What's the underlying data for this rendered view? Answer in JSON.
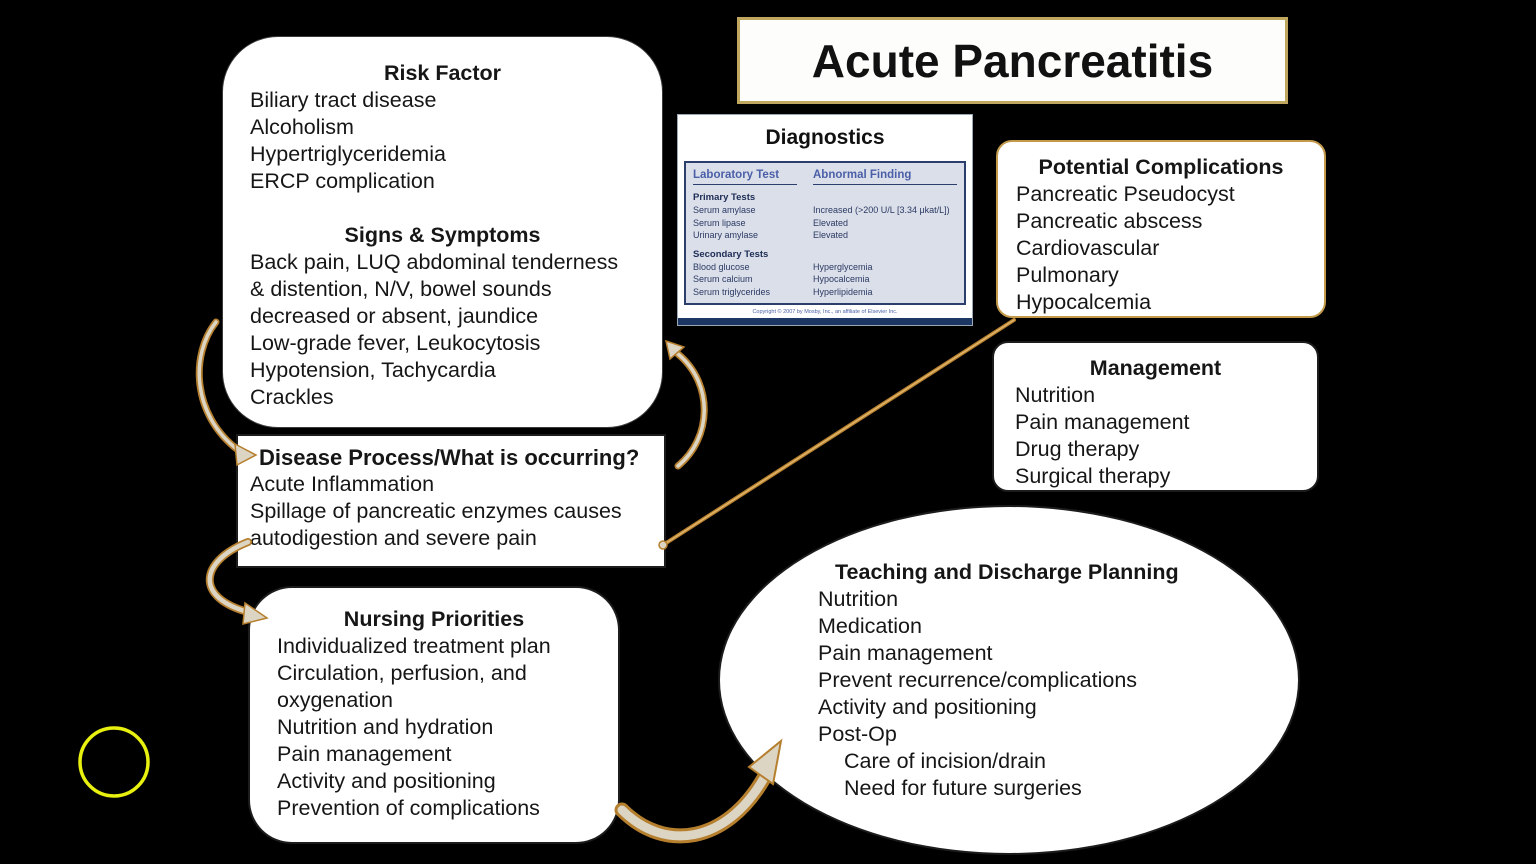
{
  "slide_title": "Acute Pancreatitis",
  "risk_box": {
    "heading": "Risk Factor",
    "items": [
      "Biliary tract disease",
      "Alcoholism",
      "Hypertriglyceridemia",
      "ERCP complication"
    ],
    "symptoms_heading": "Signs & Symptoms",
    "symptoms_lines": [
      "Back pain, LUQ abdominal tenderness",
      "& distention, N/V, bowel sounds",
      "decreased or absent, jaundice",
      "Low-grade fever, Leukocytosis",
      "Hypotension, Tachycardia",
      "Crackles"
    ]
  },
  "diagnostics": {
    "heading": "Diagnostics",
    "table": {
      "headers": [
        "Laboratory Test",
        "Abnormal Finding"
      ],
      "primary_label": "Primary Tests",
      "primary_rows": [
        [
          "Serum amylase",
          "Increased (>200 U/L [3.34 μkat/L])"
        ],
        [
          "Serum lipase",
          "Elevated"
        ],
        [
          "Urinary amylase",
          "Elevated"
        ]
      ],
      "secondary_label": "Secondary Tests",
      "secondary_rows": [
        [
          "Blood glucose",
          "Hyperglycemia"
        ],
        [
          "Serum calcium",
          "Hypocalcemia"
        ],
        [
          "Serum triglycerides",
          "Hyperlipidemia"
        ]
      ]
    },
    "copyright": "Copyright © 2007 by Mosby, Inc., an affiliate of Elsevier Inc."
  },
  "complications_box": {
    "heading": "Potential Complications",
    "items": [
      "Pancreatic Pseudocyst",
      "Pancreatic abscess",
      "Cardiovascular",
      "Pulmonary",
      "Hypocalcemia"
    ]
  },
  "management_box": {
    "heading": "Management",
    "items": [
      "Nutrition",
      "Pain management",
      "Drug therapy",
      "Surgical therapy"
    ]
  },
  "disease_box": {
    "heading": "Disease Process/What is occurring?",
    "lines": [
      "Acute Inflammation",
      "Spillage of pancreatic enzymes causes",
      "autodigestion and severe pain"
    ]
  },
  "nursing_box": {
    "heading": "Nursing Priorities",
    "lines": [
      "Individualized treatment plan",
      "Circulation, perfusion, and",
      "oxygenation",
      "Nutrition and hydration",
      "Pain management",
      "Activity and positioning",
      "Prevention of complications"
    ]
  },
  "teaching_ellipse": {
    "heading": "Teaching and Discharge Planning",
    "lines": [
      "Nutrition",
      "Medication",
      "Pain management",
      "Prevent recurrence/complications",
      "Activity and positioning",
      "Post-Op"
    ],
    "sub_lines": [
      "Care of incision/drain",
      "Need for future surgeries"
    ]
  },
  "colors": {
    "slide_bg_center": "#2f82ad",
    "slide_bg_edge": "#0e3449",
    "arrow_outline": "#b57f2e",
    "arrow_fill": "#ddd5c3",
    "gold_border": "#c29a4a",
    "title_border": "#bfa75f",
    "table_header_blue": "#4a5fa8",
    "table_bg": "#dbdfe9",
    "table_border": "#2c3e6b",
    "highlight_yellow": "#e8f00f"
  }
}
